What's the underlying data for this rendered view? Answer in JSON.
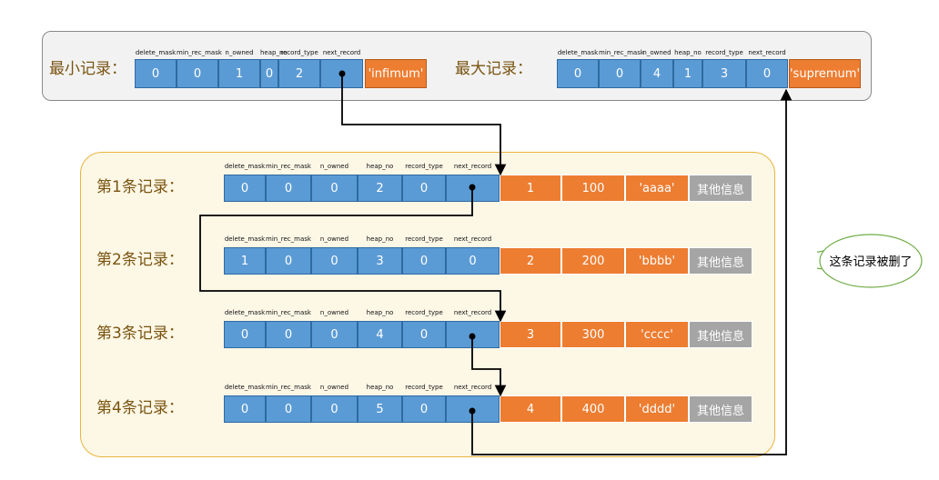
{
  "headers_minmax": [
    "delete_mask",
    "min_rec_mask",
    "n_owned",
    "heap_no",
    "record_type",
    "next_record"
  ],
  "min_record": {
    "title": "最小记录：",
    "fields": [
      "0",
      "0",
      "1",
      "0",
      "2",
      ""
    ],
    "tag": "'infimum'"
  },
  "max_record": {
    "title": "最大记录：",
    "fields": [
      "0",
      "0",
      "4",
      "1",
      "3",
      "0"
    ],
    "tag": "'supremum'"
  },
  "record_headers": [
    "delete_mask",
    "min_rec_mask",
    "n_owned",
    "heap_no",
    "record_type",
    "next_record"
  ],
  "records": [
    {
      "title": "第1条记录：",
      "fields": [
        "0",
        "0",
        "0",
        "2",
        "0",
        ""
      ],
      "data": [
        "1",
        "100",
        "'aaaa'"
      ],
      "extra": "其他信息"
    },
    {
      "title": "第2条记录：",
      "fields": [
        "1",
        "0",
        "0",
        "3",
        "0",
        "0"
      ],
      "data": [
        "2",
        "200",
        "'bbbb'"
      ],
      "extra": "其他信息"
    },
    {
      "title": "第3条记录：",
      "fields": [
        "0",
        "0",
        "0",
        "4",
        "0",
        ""
      ],
      "data": [
        "3",
        "300",
        "'cccc'"
      ],
      "extra": "其他信息"
    },
    {
      "title": "第4条记录：",
      "fields": [
        "0",
        "0",
        "0",
        "5",
        "0",
        ""
      ],
      "data": [
        "4",
        "400",
        "'dddd'"
      ],
      "extra": "其他信息"
    }
  ],
  "callout": {
    "text": "这条记录被删了"
  },
  "colors": {
    "field_blue": "#5b9bd5",
    "data_orange": "#ed7d31",
    "extra_gray": "#a5a5a5",
    "panel_border_orange": "#e9b53c"
  }
}
